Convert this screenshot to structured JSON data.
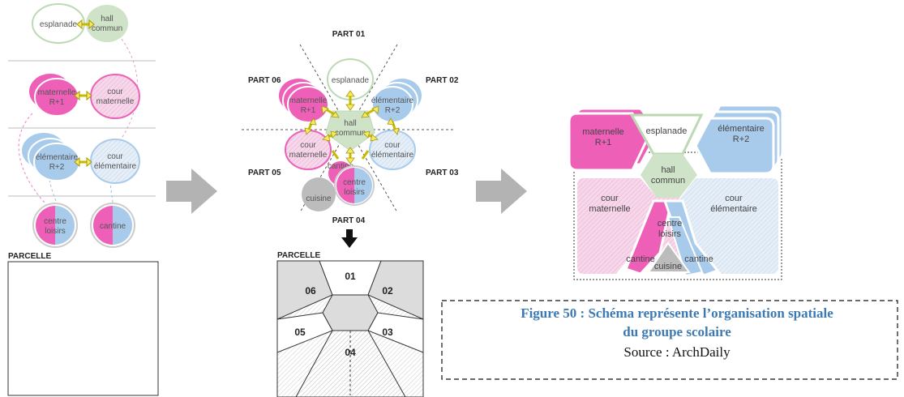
{
  "left": {
    "nodes": {
      "esplanade": "esplanade",
      "hall": [
        "hall",
        "commun"
      ],
      "maternelle": [
        "maternelle",
        "R+1"
      ],
      "cour_maternelle": [
        "cour",
        "maternelle"
      ],
      "elementaire": [
        "élémentaire",
        "R+2"
      ],
      "cour_elementaire": [
        "cour",
        "élémentaire"
      ],
      "centre_loisirs": [
        "centre",
        "loisirs"
      ],
      "cantine": "cantine"
    },
    "parcelle_label": "PARCELLE"
  },
  "middle": {
    "parts": [
      "PART 01",
      "PART 02",
      "PART 03",
      "PART 04",
      "PART 05",
      "PART 06"
    ],
    "nodes": {
      "esplanade": "esplanade",
      "maternelle": [
        "maternelle",
        "R+1"
      ],
      "elementaire": [
        "élémentaire",
        "R+2"
      ],
      "hall": [
        "hall",
        "commun"
      ],
      "cour_maternelle": [
        "cour",
        "maternelle"
      ],
      "cour_elementaire": [
        "cour",
        "élémentaire"
      ],
      "cantine": "cantine",
      "centre_loisirs": [
        "centre",
        "loisirs"
      ],
      "cuisine": "cuisine"
    },
    "parcelle_label": "PARCELLE",
    "zones": [
      "01",
      "02",
      "03",
      "04",
      "05",
      "06"
    ]
  },
  "right": {
    "maternelle": [
      "maternelle",
      "R+1"
    ],
    "esplanade": "esplanade",
    "elementaire": [
      "élémentaire",
      "R+2"
    ],
    "hall": [
      "hall",
      "commun"
    ],
    "cour_maternelle": [
      "cour",
      "maternelle"
    ],
    "cour_elementaire": [
      "cour",
      "élémentaire"
    ],
    "centre_loisirs": [
      "centre",
      "loisirs"
    ],
    "cantine_left": "cantine",
    "cantine_right": "cantine",
    "cuisine": "cuisine"
  },
  "caption": {
    "line1": "Figure 50 : Schéma représente l’organisation spatiale",
    "line2": "du groupe scolaire",
    "line3": "Source : ArchDaily"
  },
  "colors": {
    "pink": "#ee5fb8",
    "light_pink": "#f4cfe6",
    "blue": "#a9cbeb",
    "light_blue": "#dde9f5",
    "green": "#cfe3c8",
    "green_dark": "#bcd9b4",
    "gray": "#bcbcbc",
    "arrow_gray": "#b3b3b3",
    "yellow": "#f4ea63",
    "caption_blue": "#3d7ab3"
  }
}
